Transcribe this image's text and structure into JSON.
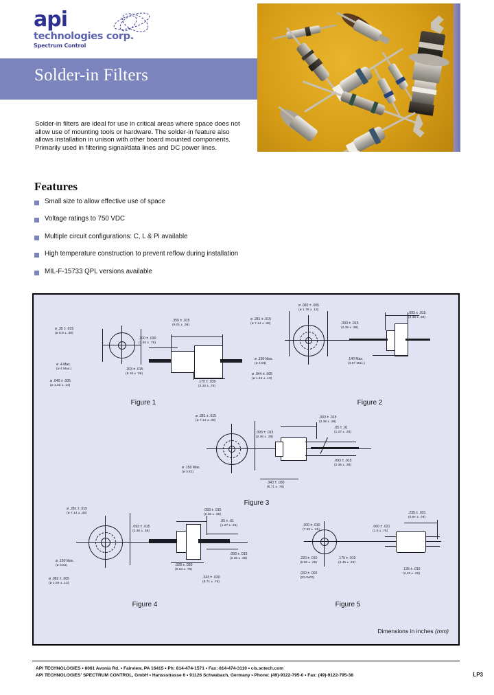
{
  "logo": {
    "brand": "api",
    "sub": "technologies corp.",
    "division": "Spectrum Control",
    "icon": "orbit-icon"
  },
  "header": {
    "title": "Solder-in Filters",
    "band_color": "#7b84bd"
  },
  "photo": {
    "alt": "solder-in filter components photograph",
    "background_color": "#d9a119"
  },
  "intro": "Solder-in filters are ideal for use in critical areas where space does not allow use of mounting tools or hardware. The solder-in feature also allows installation in unison with other board mounted components. Primarily used in filtering signal/data lines and DC power lines.",
  "features": {
    "heading": "Features",
    "bullet_color": "#7b84bd",
    "items": [
      "Small size to allow effective use of space",
      "Voltage ratings to 750 VDC",
      "Multiple circuit configurations: C, L & Pi available",
      "High temperature construction to prevent reflow during installation",
      "MIL-F-15733 QPL versions available"
    ]
  },
  "drawings": {
    "panel_background": "#e2e3f2",
    "note": "Dimensions in inches",
    "note_italic": "(mm)",
    "figures": [
      {
        "caption": "Figure 1",
        "labels": [
          {
            "in": "ø .35 ± .015",
            "mm": "(ø 8.9 ± .38)"
          },
          {
            "in": "ø .4 Max.",
            "mm": "(ø 4 Max.)"
          },
          {
            "in": "ø .040 ± .005",
            "mm": "(ø 1.02 ± .13)"
          },
          {
            "in": ".355 ± .015",
            "mm": "(9.01 ± .38)"
          },
          {
            "in": ".300 ± .030",
            "mm": "(7.62 ± .76)"
          },
          {
            "in": ".203 ± .015",
            "mm": "(5.15 ± .38)"
          },
          {
            "in": ".170 ± .030",
            "mm": "(4.32 ± .76)"
          }
        ]
      },
      {
        "caption": "Figure 2",
        "labels": [
          {
            "in": "ø .082 ± .005",
            "mm": "(ø 1.79 ± .13)"
          },
          {
            "in": "ø .281 ± .015",
            "mm": "(ø 7.14 ± .38)"
          },
          {
            "in": "ø .190 Max.",
            "mm": "(ø 4.83)"
          },
          {
            "in": "ø .044 ± .005",
            "mm": "(ø 1.12 ± .13)"
          },
          {
            "in": ".093 ± .015",
            "mm": "(2.35 ± .38)"
          },
          {
            "in": ".140 Max.",
            "mm": "(3.57 Max.)"
          },
          {
            "in": ".093 ± .015",
            "mm": "(2.36 ± .38)"
          }
        ]
      },
      {
        "caption": "Figure 3",
        "labels": [
          {
            "in": "ø .281 ± .015",
            "mm": "(ø 7.14 ± .38)"
          },
          {
            "in": "ø .150 Max.",
            "mm": "(ø 3.81)"
          },
          {
            "in": ".093 ± .015",
            "mm": "(2.36 ± .38)"
          },
          {
            "in": ".093 ± .015",
            "mm": "(2.36 ± .38)"
          },
          {
            "in": ".05 ± .01",
            "mm": "(1.27 ± .25)"
          },
          {
            "in": ".093 ± .015",
            "mm": "(2.36 ± .38)"
          },
          {
            "in": ".343 ± .030",
            "mm": "(8.71 ± .76)"
          }
        ]
      },
      {
        "caption": "Figure 4",
        "labels": [
          {
            "in": "ø .281 ± .015",
            "mm": "(ø 7.14 ± .38)"
          },
          {
            "in": "ø .150 Max.",
            "mm": "(ø 3.81)"
          },
          {
            "in": "ø .082 ± .005",
            "mm": "(ø 1.59 ± .13)"
          },
          {
            "in": ".093 ± .015",
            "mm": "(2.36 ± .38)"
          },
          {
            "in": ".093 ± .015",
            "mm": "(2.36 ± .38)"
          },
          {
            "in": ".05 ± .01",
            "mm": "(1.27 ± .25)"
          },
          {
            "in": ".028 ± .030",
            "mm": "(0.63 ± .76)"
          },
          {
            "in": ".343 ± .030",
            "mm": "(8.71 ± .76)"
          },
          {
            "in": ".093 ± .015",
            "mm": "(2.36 ± .38)"
          }
        ]
      },
      {
        "caption": "Figure 5",
        "labels": [
          {
            "in": ".300 ± .010",
            "mm": "(7.62 ± .25)"
          },
          {
            "in": ".220 ± .010",
            "mm": "(5.59 ± .25)"
          },
          {
            "in": ".032 ± .002",
            "mm": "(20 AWG)"
          },
          {
            "in": ".060 ± .021",
            "mm": "(1.6 ± .76)"
          },
          {
            "in": ".235 ± .031",
            "mm": "(5.97 ± .79)"
          },
          {
            "in": ".175 ± .010",
            "mm": "(4.45 ± .25)"
          },
          {
            "in": ".135 ± .010",
            "mm": "(3.43 ± .25)"
          }
        ]
      }
    ]
  },
  "footer": {
    "line1": "API TECHNOLOGIES • 8061 Avonia Rd. • Fairview, PA 16415 • Ph: 814-474-1571 • Fax: 814-474-3110 • cis.sctech.com",
    "line2": "API TECHNOLOGIES' SPECTRUM CONTROL, GmbH • Hanssstrasse 6 • 91126 Schwabach, Germany • Phone: (49)-9122-795-0 • Fax: (49)-9122-795-38",
    "doc_code": "LP3"
  }
}
